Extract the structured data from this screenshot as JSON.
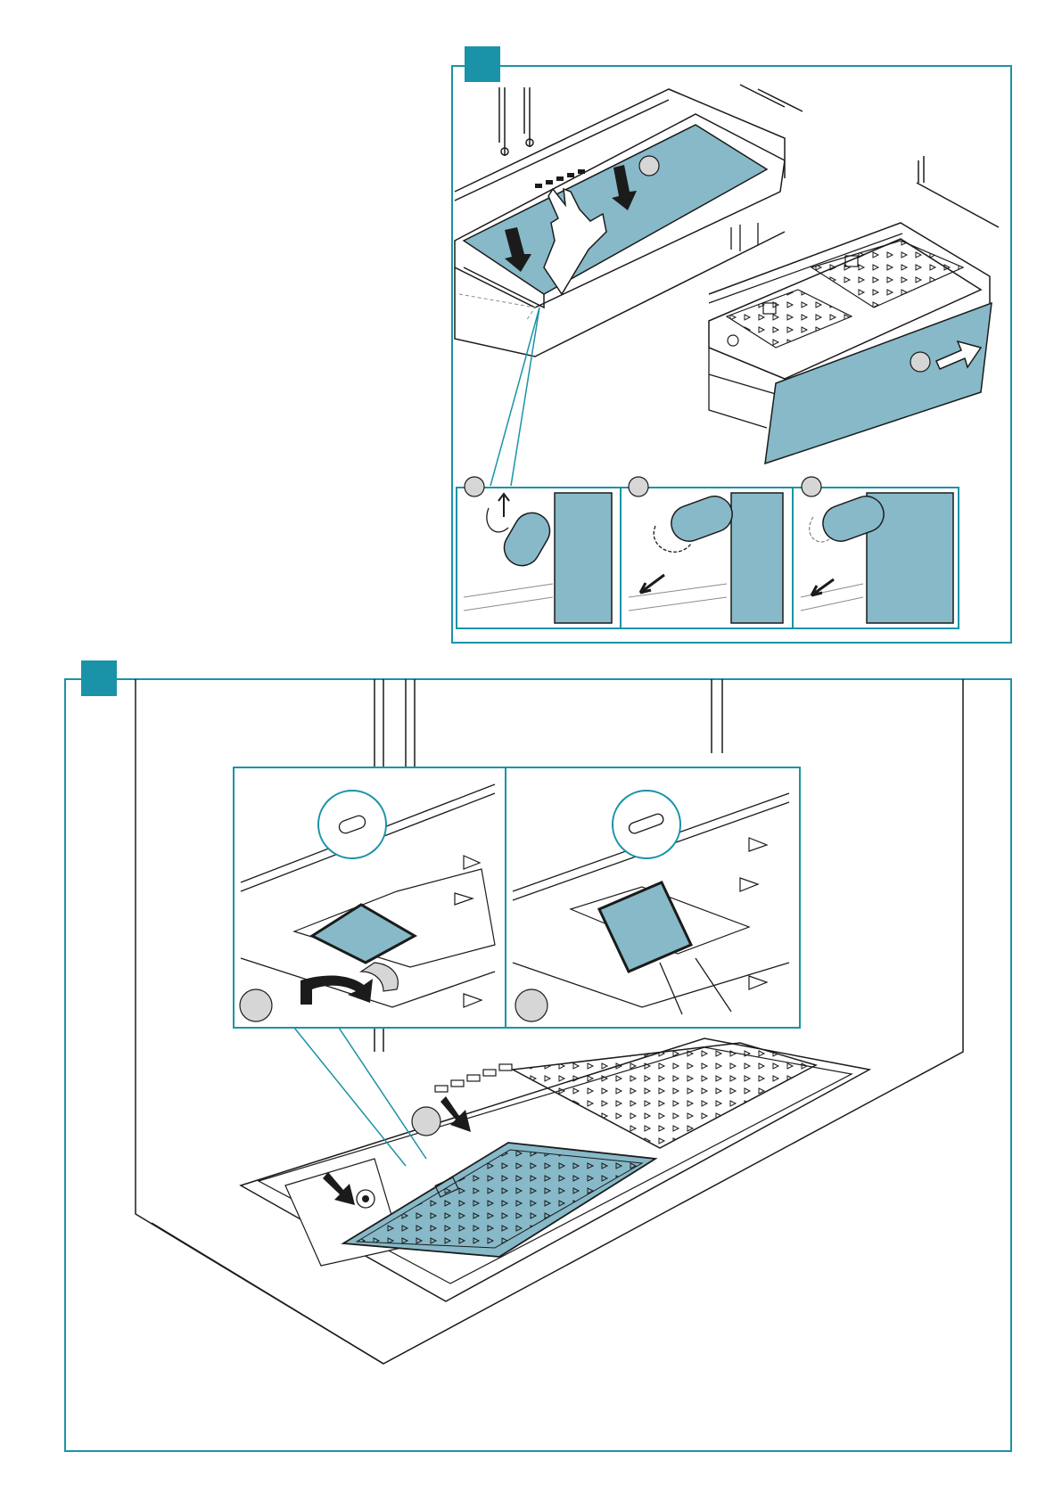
{
  "colors": {
    "teal_frame": "#1a93a8",
    "teal_fill": "#87b9c8",
    "teal_fill_dark": "#6fa8b9",
    "line": "#1b1b1b",
    "light_line": "#8c8c8c",
    "marker_fill": "#d6d6d6",
    "badge": "#1a93a8"
  },
  "figures": [
    {
      "id": "figure-1",
      "badge": "",
      "subpanels": 3,
      "step_markers": 5
    },
    {
      "id": "figure-2",
      "badge": "",
      "subpanels": 2,
      "step_markers": 3
    }
  ]
}
